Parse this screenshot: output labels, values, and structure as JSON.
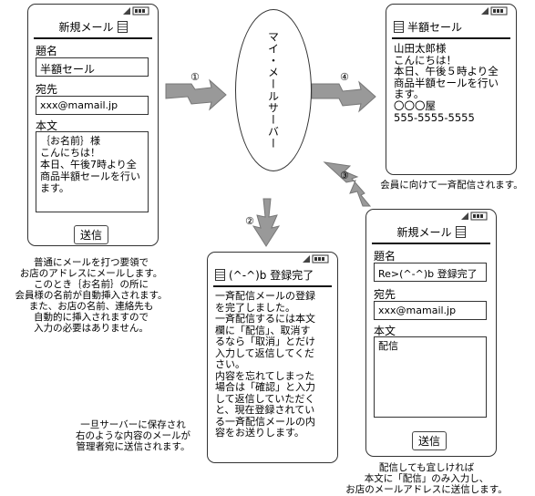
{
  "phone1": {
    "title": "新規メール",
    "subject_label": "題名",
    "subject_value": "半額セール",
    "to_label": "宛先",
    "to_value": "xxx@mamail.jp",
    "body_label": "本文",
    "body_value": "｛お名前｝様\nこんにちは！\n本日、午後7時より全\n商品半額セールを行い\nます。",
    "send_label": "送信"
  },
  "phone2": {
    "title": "(^-^)b 登録完了",
    "message": "一斉配信メールの登録\nを完了しました。\n一斉配信するには本文\n欄に「配信」、取消す\nるなら「取消」とだけ\n入力して返信してくだ\nさい。\n内容を忘れてしまった\n場合は「確認」と入力\nして返信していただく\nと、現在登録されてい\nる一斉配信メールの内\n容をお送りします。"
  },
  "phone3": {
    "title": "新規メール",
    "subject_label": "題名",
    "subject_value": "Re>(^-^)b 登録完了",
    "to_label": "宛先",
    "to_value": "xxx@mamail.jp",
    "body_label": "本文",
    "body_value": "配信",
    "send_label": "送信"
  },
  "phone4": {
    "title": "半額セール",
    "message": "山田太郎様\nこんにちは！\n本日、午後５時より全\n商品半額セールを行い\nます。\n〇〇〇屋\n555-5555-5555"
  },
  "server": {
    "label": "マイ・メールサーバー"
  },
  "steps": {
    "s1": "①",
    "s2": "②",
    "s3": "③",
    "s4": "④"
  },
  "captions": {
    "c1": "普通にメールを打つ要領で\nお店のアドレスにメールします。\nこのとき｛お名前｝の所に\n会員様の名前が自動挿入されます。\nまた、お店の名前、連絡先も\n自動的に挿入されますので\n入力の必要はありません。",
    "c2": "一旦サーバーに保存され\n右のような内容のメールが\n管理者宛に送信されます。",
    "c3": "配信しても宜しければ\n本文に「配信」のみ入力し、\nお店のメールアドレスに送信します。",
    "c4": "会員に向けて一斉配信されます。"
  }
}
